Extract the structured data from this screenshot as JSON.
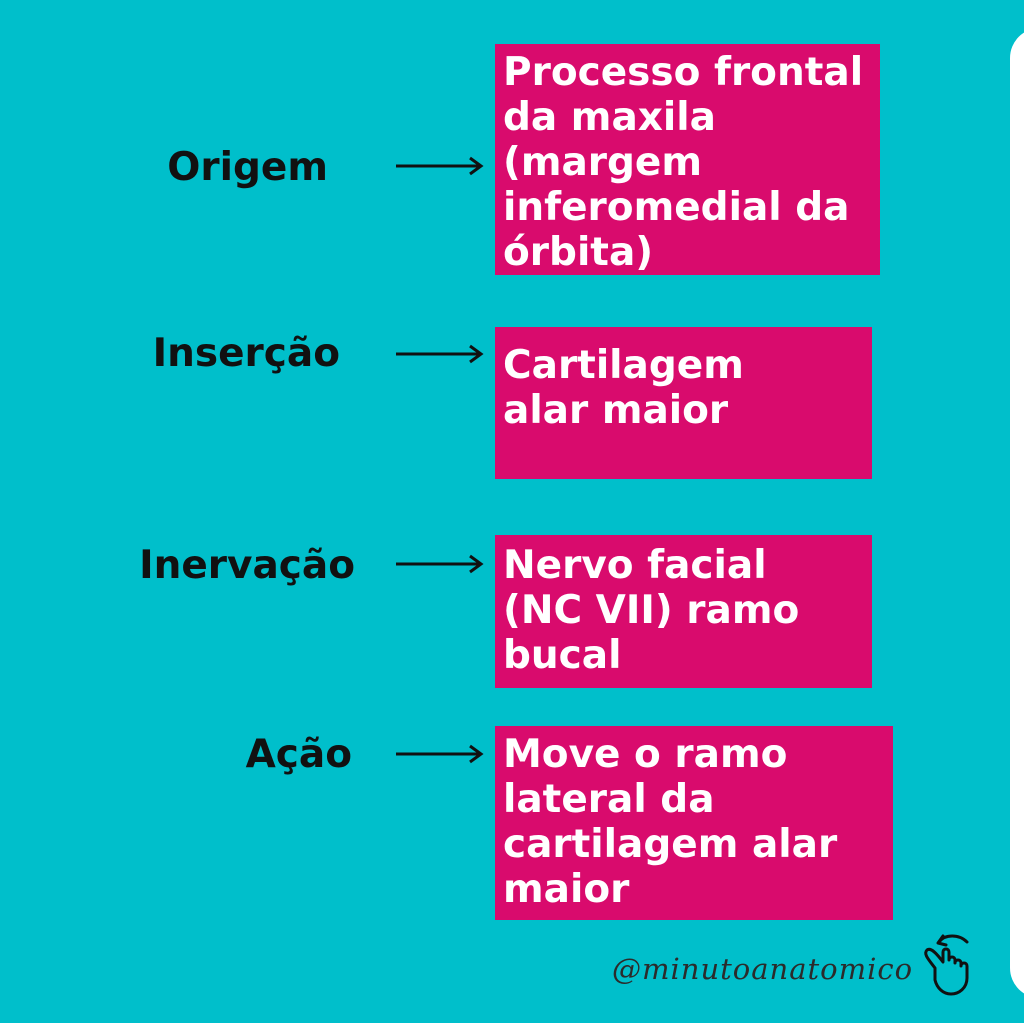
{
  "rows": [
    {
      "label": "Origem",
      "text": "Processo frontal\nda maxila\n(margem\ninferomedial da\nórbita)"
    },
    {
      "label": "Inserção",
      "text": "Cartilagem\nalar maior"
    },
    {
      "label": "Inervação",
      "text": "Nervo facial\n(NC VII) ramo\nbucal"
    },
    {
      "label": "Ação",
      "text": "Move o ramo\nlateral da\ncartilagem alar\nmaior"
    }
  ],
  "footer": {
    "handle": "@minutoanatomico",
    "icon": "swipe-hand-icon"
  },
  "colors": {
    "background": "#00bfcb",
    "box": "#d90b6d",
    "label_text": "#111111",
    "box_text": "#ffffff"
  }
}
